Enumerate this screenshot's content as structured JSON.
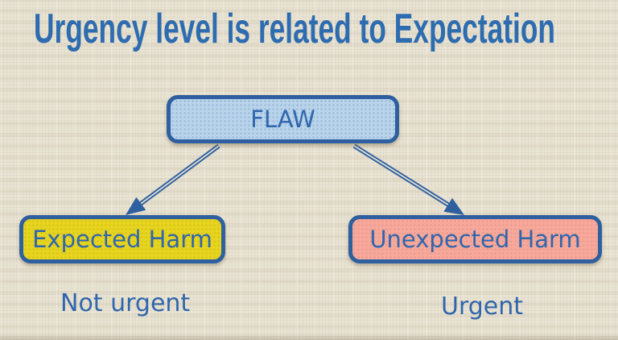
{
  "title": "Urgency level is related to Expectation",
  "diagram": {
    "root": {
      "label": "FLAW"
    },
    "left": {
      "label": "Expected Harm",
      "caption": "Not urgent"
    },
    "right": {
      "label": "Unexpected Harm",
      "caption": "Urgent"
    }
  },
  "icons": {
    "left_connector": "double-line-arrow-down-left",
    "right_connector": "double-line-arrow-down-right"
  },
  "colors": {
    "background": "#e9e3d3",
    "title_text": "#2e6cb0",
    "node_border": "#2e5f9f",
    "node_text": "#2f66ad",
    "root_fill": "#b9d3ea",
    "expected_fill": "#e6d41f",
    "unexpected_fill": "#f6a89b",
    "arrow": "#2e5f9f"
  }
}
